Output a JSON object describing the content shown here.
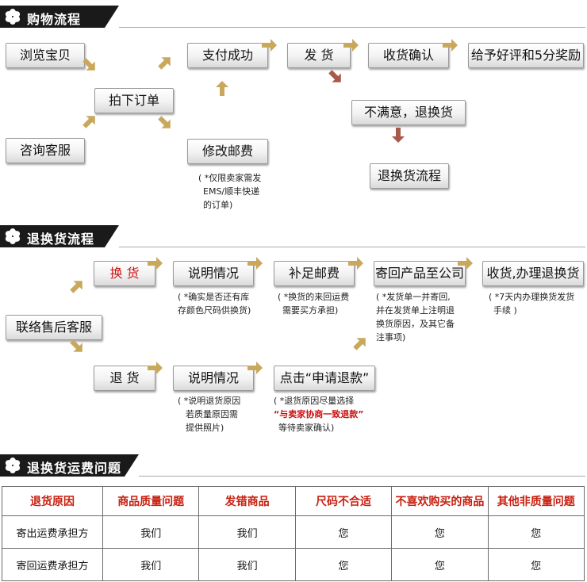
{
  "sections": {
    "purchase": "购物流程",
    "returns": "退换货流程",
    "shipping": "退换货运费问题"
  },
  "purchase_flow": {
    "browse": "浏览宝贝",
    "consult": "咨询客服",
    "order": "拍下订单",
    "pay_success": "支付成功",
    "ship": "发 货",
    "confirm": "收货确认",
    "review": "给予好评和5分奖励",
    "unsatisfied": "不满意，退换货",
    "return_process": "退换货流程",
    "edit_postage": "修改邮费",
    "note_lines": [
      "( *仅限卖家需发",
      "EMS/顺丰快递",
      "的订单)"
    ]
  },
  "return_flow": {
    "contact": "联络售后客服",
    "exchange": "换 货",
    "explain1": "说明情况",
    "pay_postage": "补足邮费",
    "send_back": "寄回产品至公司",
    "receive": "收货,办理退换货",
    "refund": "退 货",
    "explain2": "说明情况",
    "apply_refund": "点击“申请退款”",
    "note_explain1": [
      "( *确实是否还有库",
      "存颜色尺码供换货)"
    ],
    "note_postage": [
      "( *换货的来回运费",
      "需要买方承担)"
    ],
    "note_send": [
      "( *发货单一并寄回,",
      "并在发货单上注明退",
      "换货原因，及其它备",
      "注事项)"
    ],
    "note_receive": [
      "( *7天内办理换货发货",
      "手续 )"
    ],
    "note_explain2": [
      "( *说明退货原因",
      "若质量原因需",
      "提供照片)"
    ],
    "note_refund_1": "( *退货原因尽量选择",
    "note_refund_2": "“与卖家协商一致退款”",
    "note_refund_3": "等待卖家确认)"
  },
  "table": {
    "headers": [
      "退货原因",
      "商品质量问题",
      "发错商品",
      "尺码不合适",
      "不喜欢购买的商品",
      "其他非质量问题"
    ],
    "rows": [
      [
        "寄出运费承担方",
        "我们",
        "我们",
        "您",
        "您",
        "您"
      ],
      [
        "寄回运费承担方",
        "我们",
        "我们",
        "您",
        "您",
        "您"
      ]
    ]
  },
  "colors": {
    "arrow_gold": "#c9a85c",
    "arrow_red": "#a85a4a",
    "accent_red": "#cc1111",
    "banner": "#1a1a1a"
  }
}
